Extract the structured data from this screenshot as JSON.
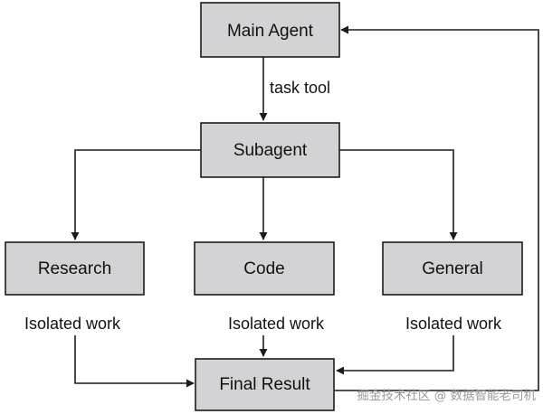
{
  "nodes": {
    "main_agent": "Main Agent",
    "subagent": "Subagent",
    "research": "Research",
    "code": "Code",
    "general": "General",
    "final_result": "Final Result"
  },
  "edge_labels": {
    "task_tool": "task tool",
    "isolated_work_research": "Isolated work",
    "isolated_work_code": "Isolated work",
    "isolated_work_general": "Isolated work"
  },
  "watermark": "掘金技术社区 @ 数据智能老司机",
  "colors": {
    "node_fill": "#d3d3d6",
    "stroke": "#1c1c1c",
    "watermark": "#9a9a9a"
  }
}
